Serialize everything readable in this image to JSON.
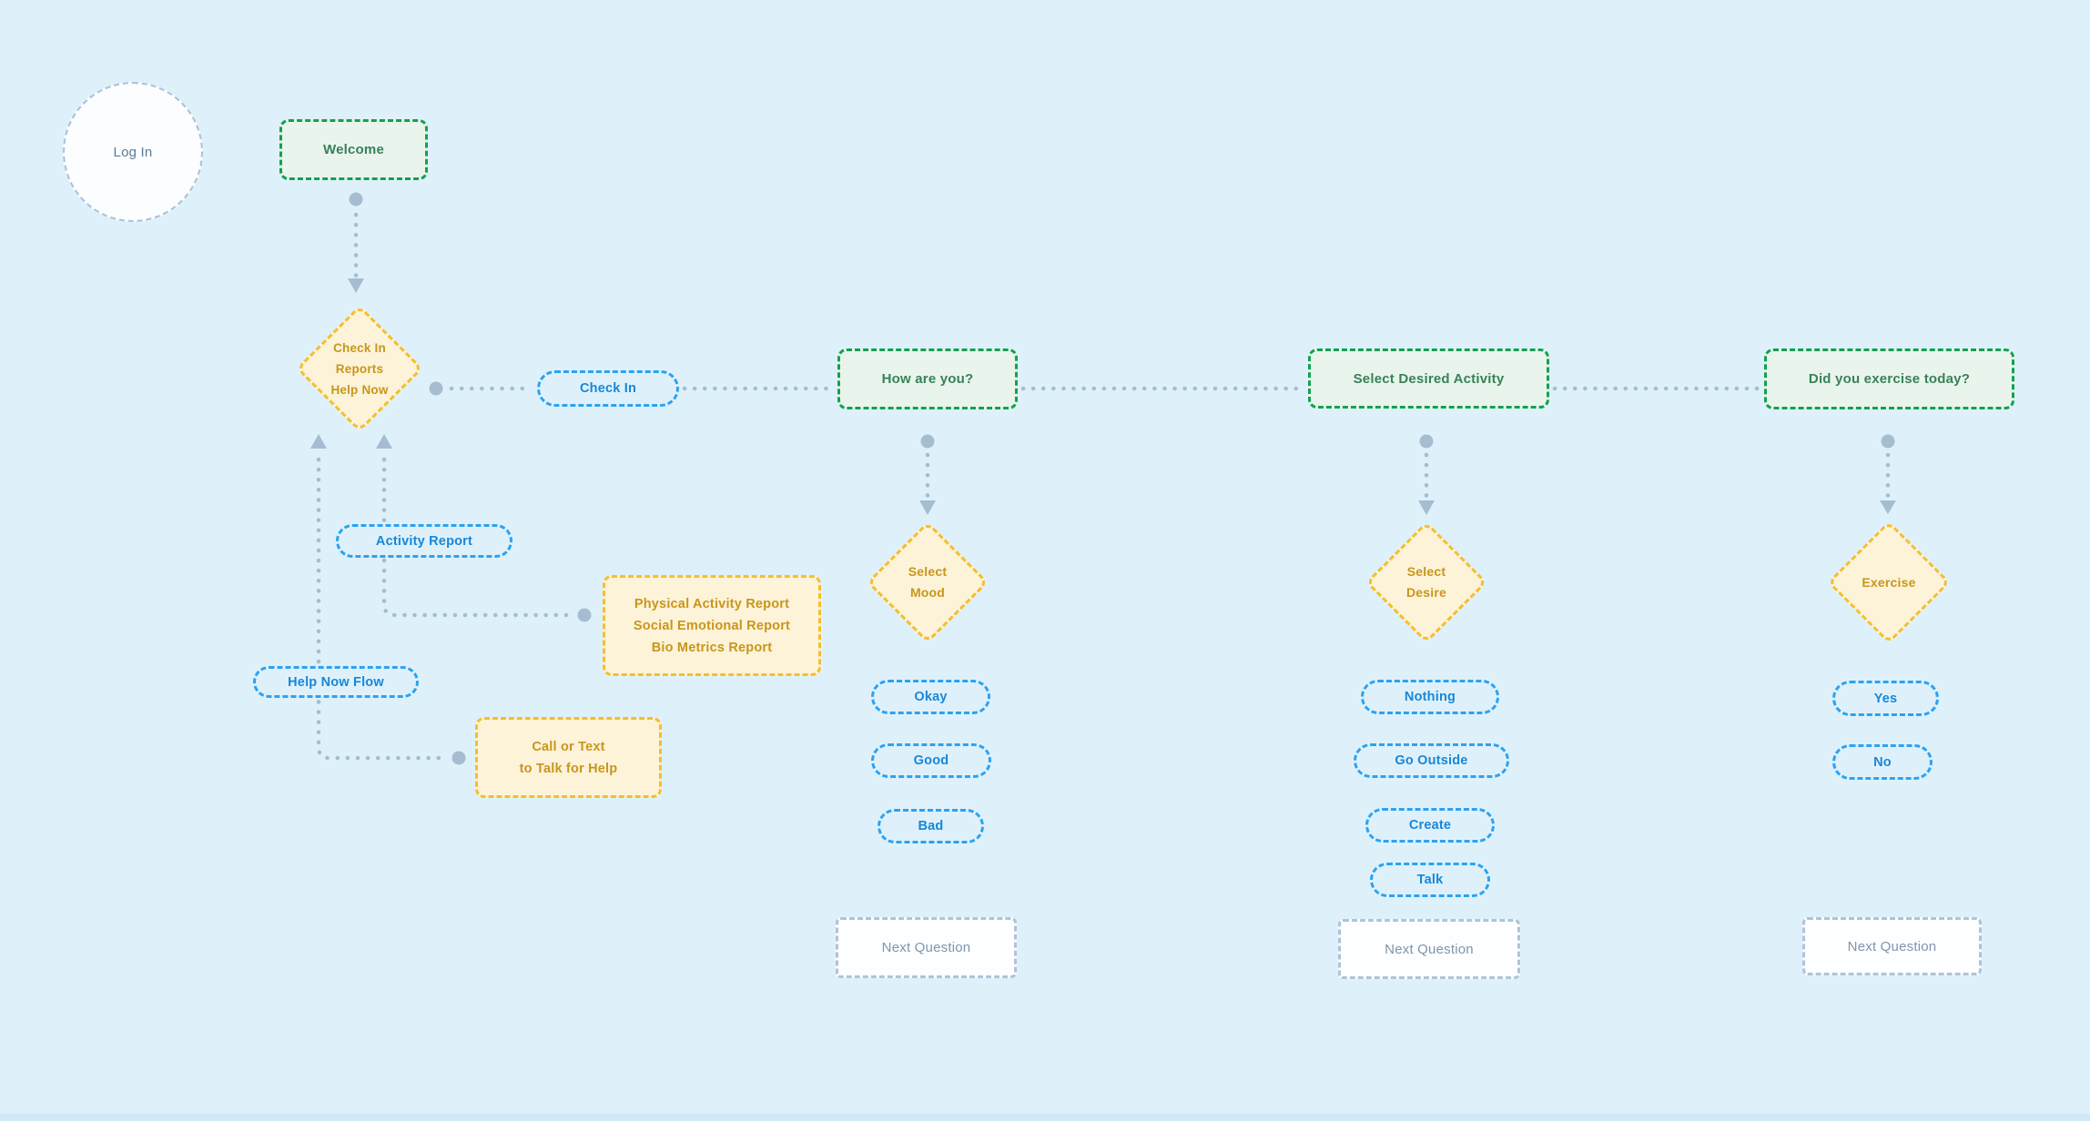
{
  "colors": {
    "bg": "#DEF1FB",
    "bg_bottom_strip": "#CFE9F7",
    "connector": "#A6BCD1",
    "green_border": "#12A150",
    "green_fill": "#E9F5EC",
    "green_text": "#38815A",
    "yellow_border": "#F6BE2D",
    "yellow_fill": "#FCF3D8",
    "yellow_text": "#C9961C",
    "blue_border": "#2CA2F1",
    "blue_text": "#1787D9",
    "neutral_border": "#AFC3DA",
    "neutral_fill": "#FDFEFF",
    "neutral_text": "#7E95AC",
    "login_border": "#A9C2DA",
    "login_fill": "#FBFDFF",
    "login_text": "#5F7A94"
  },
  "login": {
    "label": "Log In"
  },
  "welcome": {
    "label": "Welcome"
  },
  "hub": {
    "line1": "Check In",
    "line2": "Reports",
    "line3": "Help Now"
  },
  "checkin_flow": {
    "pill": "Check In",
    "question": "How are you?",
    "diamond_line1": "Select",
    "diamond_line2": "Mood",
    "options": [
      "Okay",
      "Good",
      "Bad"
    ],
    "next": "Next Question"
  },
  "activity_flow": {
    "question": "Select Desired Activity",
    "diamond_line1": "Select",
    "diamond_line2": "Desire",
    "options": [
      "Nothing",
      "Go Outside",
      "Create",
      "Talk"
    ],
    "next": "Next Question"
  },
  "exercise_flow": {
    "question": "Did you exercise today?",
    "diamond": "Exercise",
    "options": [
      "Yes",
      "No"
    ],
    "next": "Next Question"
  },
  "reports_flow": {
    "pill": "Activity Report",
    "box_line1": "Physical Activity Report",
    "box_line2": "Social Emotional Report",
    "box_line3": "Bio Metrics Report"
  },
  "help_flow": {
    "pill": "Help Now Flow",
    "box_line1": "Call or Text",
    "box_line2": "to Talk for Help"
  }
}
